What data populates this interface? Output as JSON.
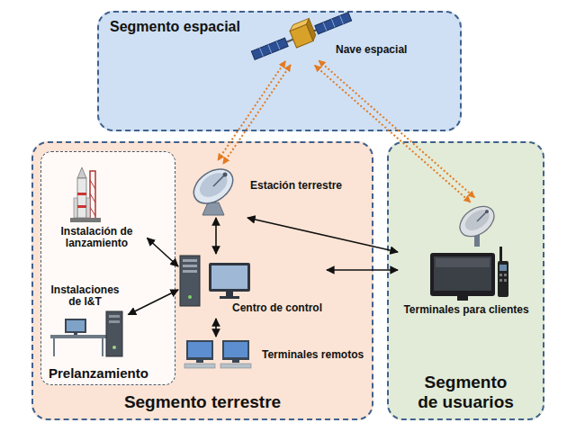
{
  "diagram": {
    "nodes": [
      {
        "text": [
          "Segmento espacial"
        ]
      },
      {
        "text": [
          "Nave espacial"
        ],
        "in": 0
      },
      {
        "text": [
          "Segmento terrestre"
        ]
      },
      {
        "text": [
          "Prelanzamiento"
        ],
        "in": 2
      },
      {
        "text": [
          "Instalación de lanzamiento"
        ],
        "in": 3
      },
      {
        "text": [
          "Instalaciones de I&T"
        ],
        "in": 3
      },
      {
        "text": [
          "Estación terrestre"
        ],
        "in": 2
      },
      {
        "text": [
          "Centro de control"
        ],
        "in": 2
      },
      {
        "text": [
          "Terminales remotos"
        ],
        "in": 2
      },
      {
        "text": [
          "Segmento de usuarios"
        ]
      },
      {
        "text": [
          "Terminales para clientes"
        ],
        "in": 9
      }
    ],
    "edges": [
      {
        "from": 1,
        "to": 6,
        "arrow": "both"
      },
      {
        "from": 1,
        "to": 10,
        "arrow": "both"
      },
      {
        "from": 6,
        "to": 10,
        "arrow": "both"
      },
      {
        "from": 6,
        "to": 7,
        "arrow": "both"
      },
      {
        "from": 4,
        "to": 7,
        "arrow": "both"
      },
      {
        "from": 5,
        "to": 7,
        "arrow": "both"
      },
      {
        "from": 7,
        "to": 10,
        "arrow": "both"
      },
      {
        "from": 7,
        "to": 8,
        "arrow": "both"
      }
    ]
  }
}
